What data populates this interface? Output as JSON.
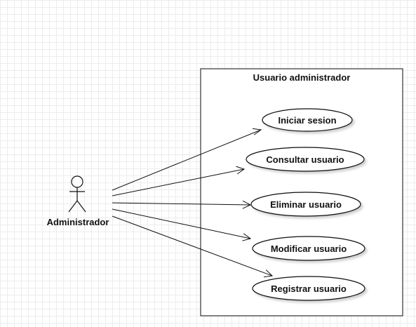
{
  "system": {
    "title": "Usuario administrador"
  },
  "actor": {
    "name": "Administrador"
  },
  "use_cases": [
    {
      "label": "Iniciar sesion"
    },
    {
      "label": "Consultar usuario"
    },
    {
      "label": "Eliminar usuario"
    },
    {
      "label": "Modificar usuario"
    },
    {
      "label": "Registrar usuario"
    }
  ]
}
